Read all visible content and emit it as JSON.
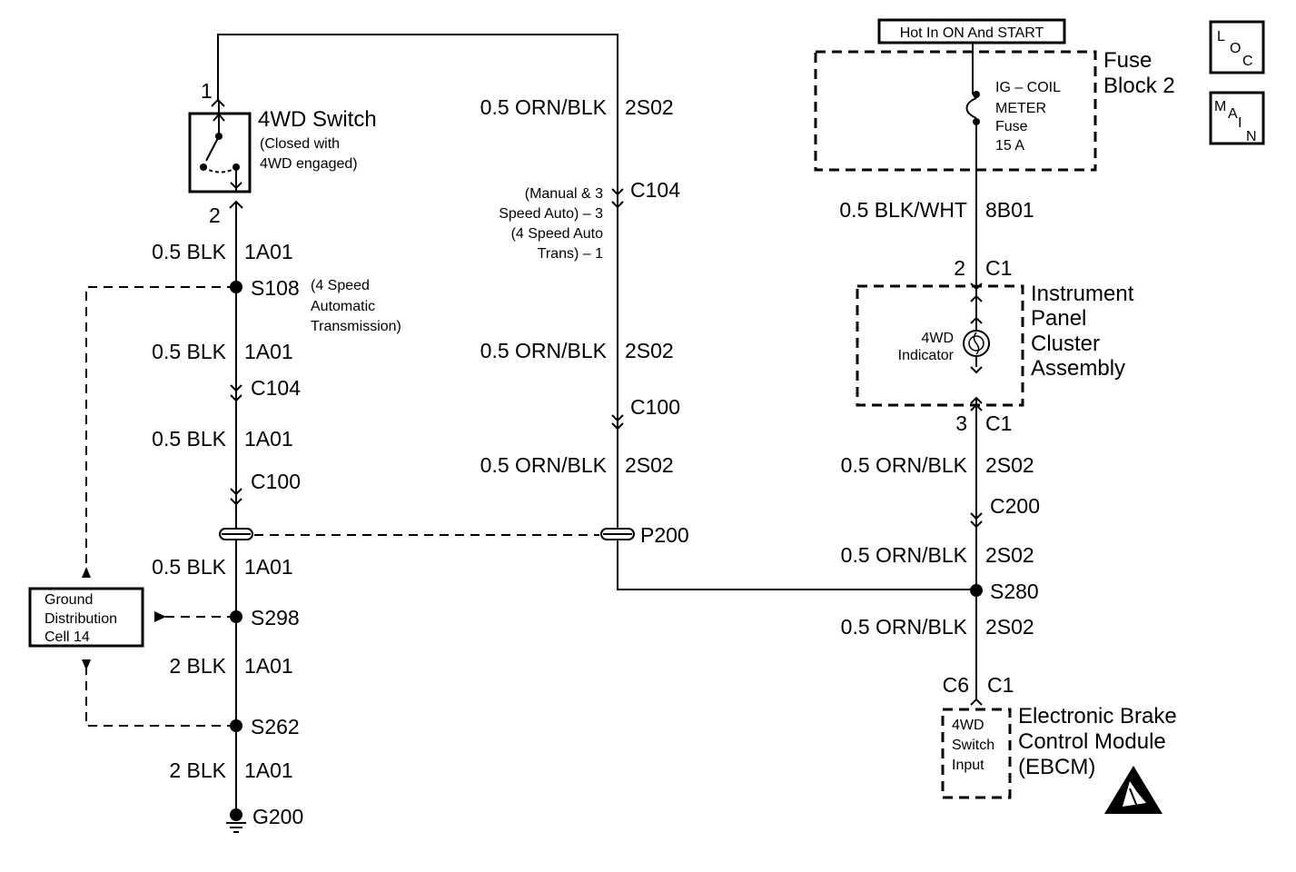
{
  "power": {
    "hot_label": "Hot In ON And START",
    "fuse_block": [
      "Fuse",
      "Block 2"
    ],
    "fuse_text": [
      "IG – COIL",
      "METER",
      "Fuse",
      "15 A"
    ]
  },
  "badges": {
    "loc": [
      "L",
      "O",
      "C"
    ],
    "main": [
      "M",
      "A",
      "I",
      "N"
    ]
  },
  "switch": {
    "title": "4WD Switch",
    "desc": [
      "(Closed with",
      "4WD engaged)"
    ],
    "pin_top": "1",
    "pin_bottom": "2"
  },
  "ground_cell": [
    "Ground",
    "Distribution",
    "Cell 14"
  ],
  "left_wires": [
    {
      "gauge": "0.5 BLK",
      "circuit": "1A01"
    },
    {
      "gauge": "0.5 BLK",
      "circuit": "1A01"
    },
    {
      "gauge": "0.5 BLK",
      "circuit": "1A01"
    },
    {
      "gauge": "0.5 BLK",
      "circuit": "1A01"
    },
    {
      "gauge": "2 BLK",
      "circuit": "1A01"
    },
    {
      "gauge": "2 BLK",
      "circuit": "1A01"
    }
  ],
  "left_nodes": {
    "s108": "S108",
    "s108_note": [
      "(4 Speed",
      "Automatic",
      "Transmission)"
    ],
    "c104": "C104",
    "c100": "C100",
    "s298": "S298",
    "s262": "S262",
    "g200": "G200"
  },
  "middle_wires": [
    {
      "gauge": "0.5 ORN/BLK",
      "circuit": "2S02"
    },
    {
      "gauge": "0.5 ORN/BLK",
      "circuit": "2S02"
    },
    {
      "gauge": "0.5 ORN/BLK",
      "circuit": "2S02"
    }
  ],
  "middle_nodes": {
    "c104": "C104",
    "c104_note": [
      "(Manual & 3",
      "Speed Auto) – 3",
      "(4 Speed Auto",
      "Trans) – 1"
    ],
    "c100": "C100",
    "p200": "P200"
  },
  "right_wires": [
    {
      "gauge": "0.5 BLK/WHT",
      "circuit": "8B01"
    },
    {
      "gauge": "0.5 ORN/BLK",
      "circuit": "2S02"
    },
    {
      "gauge": "0.5 ORN/BLK",
      "circuit": "2S02"
    },
    {
      "gauge": "0.5 ORN/BLK",
      "circuit": "2S02"
    }
  ],
  "right_nodes": {
    "c1_top_pin": "2",
    "c1_top": "C1",
    "cluster": [
      "Instrument",
      "Panel",
      "Cluster",
      "Assembly"
    ],
    "indicator": [
      "4WD",
      "Indicator"
    ],
    "c1_mid_pin": "3",
    "c1_mid": "C1",
    "c200": "C200",
    "s280": "S280",
    "c6": "C6",
    "c1_bottom": "C1"
  },
  "ebcm": {
    "input": [
      "4WD",
      "Switch",
      "Input"
    ],
    "title": [
      "Electronic Brake",
      "Control Module",
      "(EBCM)"
    ]
  }
}
